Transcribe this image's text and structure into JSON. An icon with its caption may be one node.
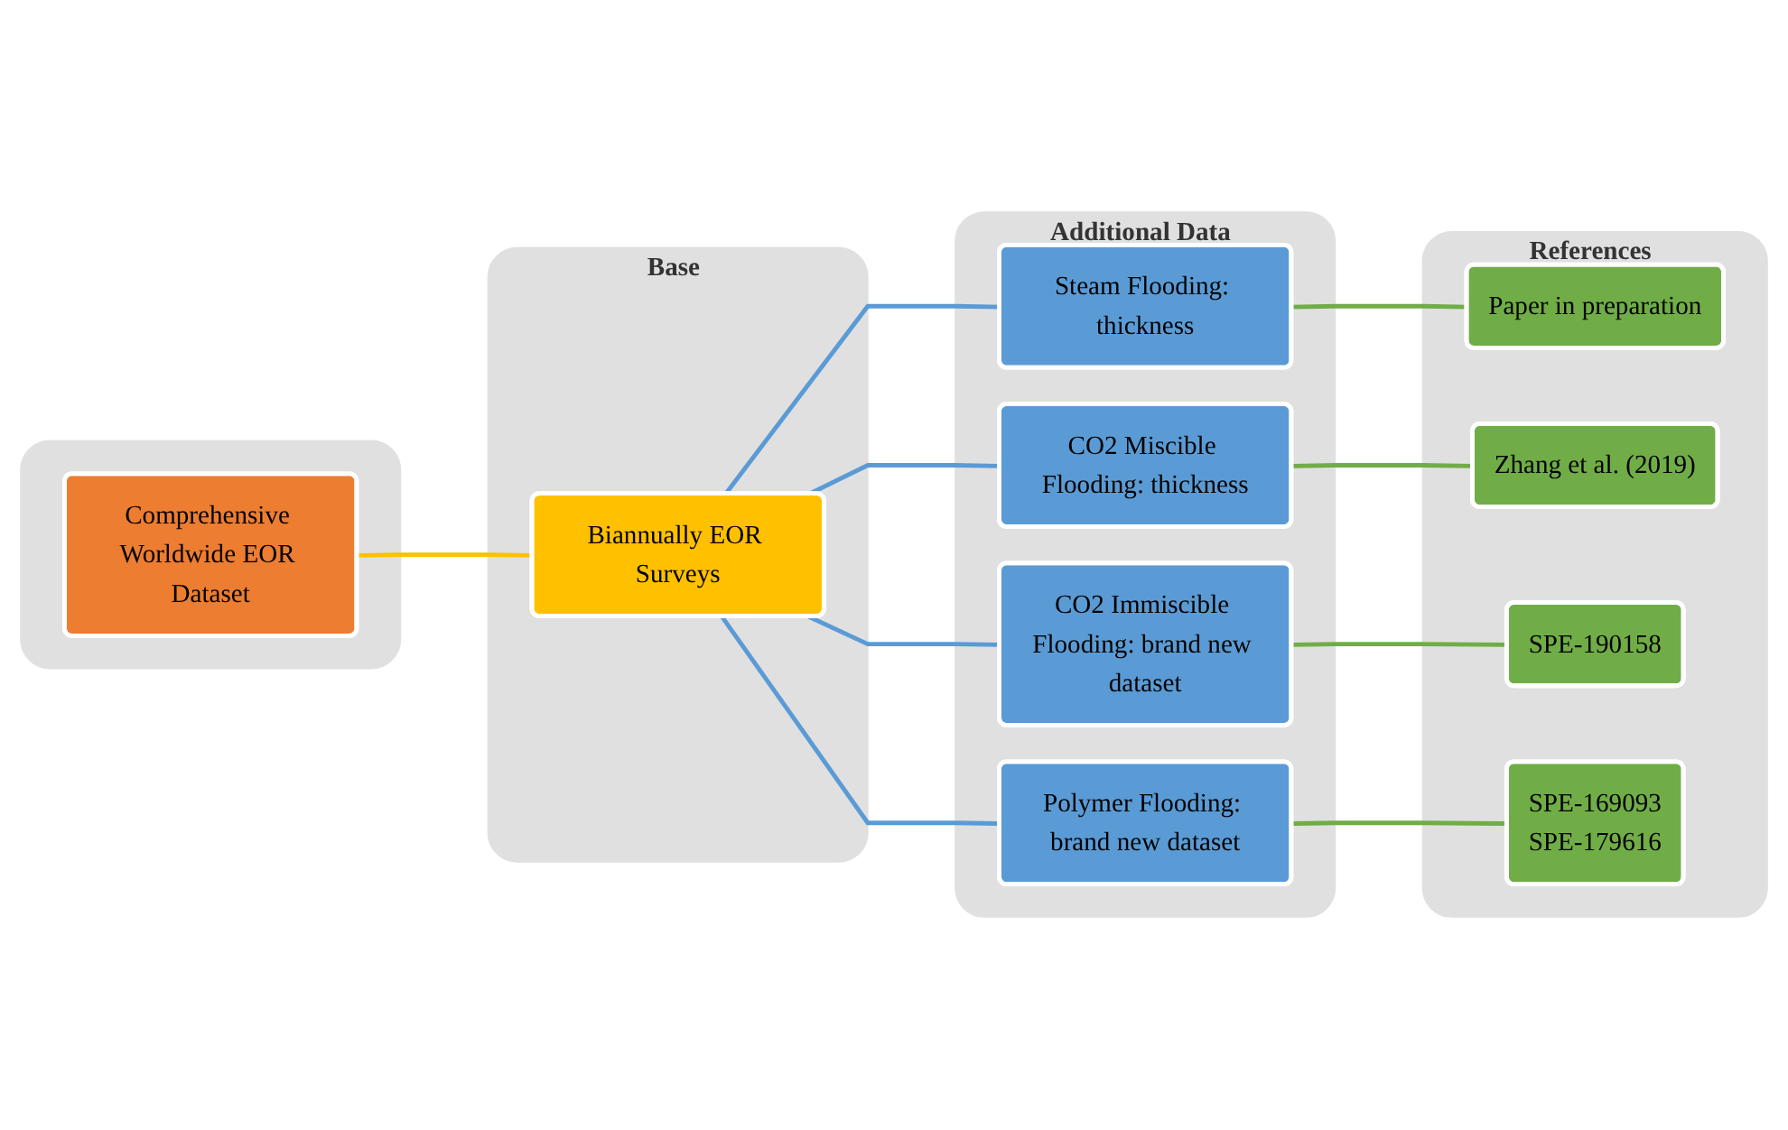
{
  "diagram": {
    "nodes": [
      {
        "text": [],
        "shape": "box"
      },
      {
        "text": [
          "Comprehensive Worldwide EOR Dataset"
        ],
        "in": 0
      },
      {
        "text": [
          "Base"
        ]
      },
      {
        "text": [
          "Biannually EOR Surveys"
        ],
        "in": 2
      },
      {
        "text": [
          "Additional Data"
        ]
      },
      {
        "text": [
          "Steam Flooding: thickness"
        ],
        "in": 4
      },
      {
        "text": [
          "CO2 Miscible Flooding: thickness"
        ],
        "in": 4
      },
      {
        "text": [
          "CO2 Immiscible Flooding: brand new dataset"
        ],
        "in": 4
      },
      {
        "text": [
          "Polymer Flooding: brand new dataset"
        ],
        "in": 4
      },
      {
        "text": [
          "References"
        ]
      },
      {
        "text": [
          "Paper in preparation"
        ],
        "in": 9
      },
      {
        "text": [
          "Zhang et al. (2019)"
        ],
        "in": 9
      },
      {
        "text": [
          "SPE-190158"
        ],
        "in": 9
      },
      {
        "text": [
          "SPE-169093",
          "SPE-179616"
        ],
        "in": 9
      }
    ],
    "edges": [
      {
        "from": 1,
        "to": 3,
        "arrow": "none",
        "color": "#ffc000"
      },
      {
        "from": 3,
        "to": 5,
        "arrow": "none",
        "color": "#5b9bd5"
      },
      {
        "from": 3,
        "to": 6,
        "arrow": "none",
        "color": "#5b9bd5"
      },
      {
        "from": 3,
        "to": 7,
        "arrow": "none",
        "color": "#5b9bd5"
      },
      {
        "from": 3,
        "to": 8,
        "arrow": "none",
        "color": "#5b9bd5"
      },
      {
        "from": 5,
        "to": 10,
        "arrow": "none",
        "color": "#70ad47"
      },
      {
        "from": 6,
        "to": 11,
        "arrow": "none",
        "color": "#70ad47"
      },
      {
        "from": 7,
        "to": 12,
        "arrow": "none",
        "color": "#70ad47"
      },
      {
        "from": 8,
        "to": 13,
        "arrow": "none",
        "color": "#70ad47"
      }
    ]
  }
}
